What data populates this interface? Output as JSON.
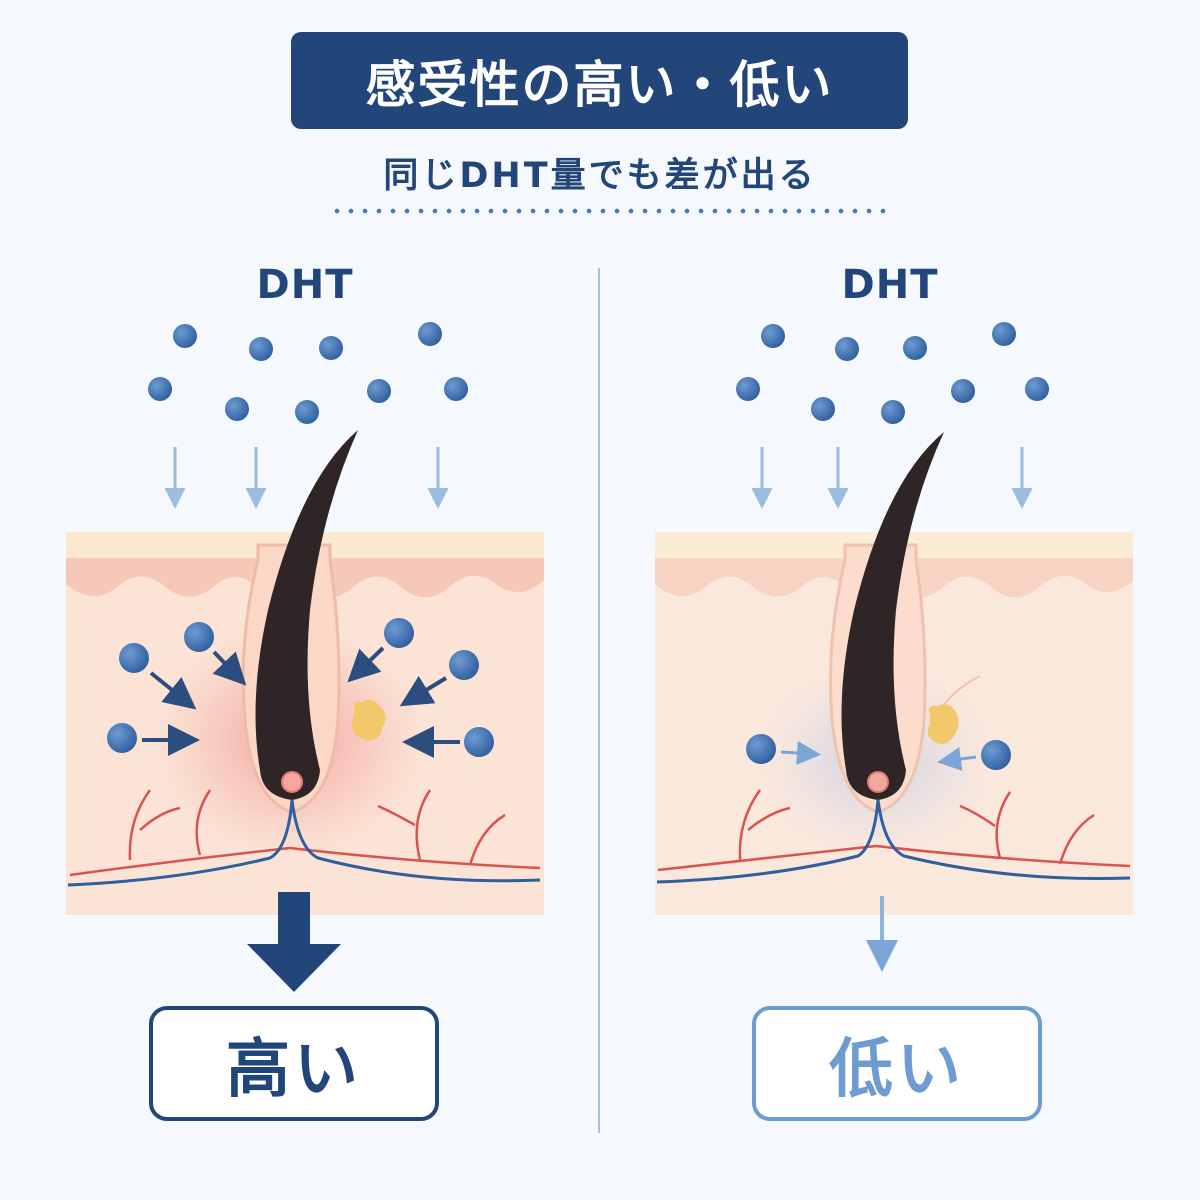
{
  "header": {
    "title": "感受性の高い・低い",
    "subtitle": "同じDHT量でも差が出る"
  },
  "panels": [
    {
      "id": "high",
      "dht_label": "DHT",
      "result_label": "高い",
      "accent_color": "#23467a"
    },
    {
      "id": "low",
      "dht_label": "DHT",
      "result_label": "低い",
      "accent_color": "#6f9cd0"
    }
  ],
  "colors": {
    "title_bg": "#23467a",
    "page_bg": "#f5f8fc",
    "molecule": "#3d6fb0",
    "skin": "#f9d9c8",
    "hair": "#2f2526",
    "inflammation": "#ef7f7f",
    "receptor": "#f2c86a"
  }
}
